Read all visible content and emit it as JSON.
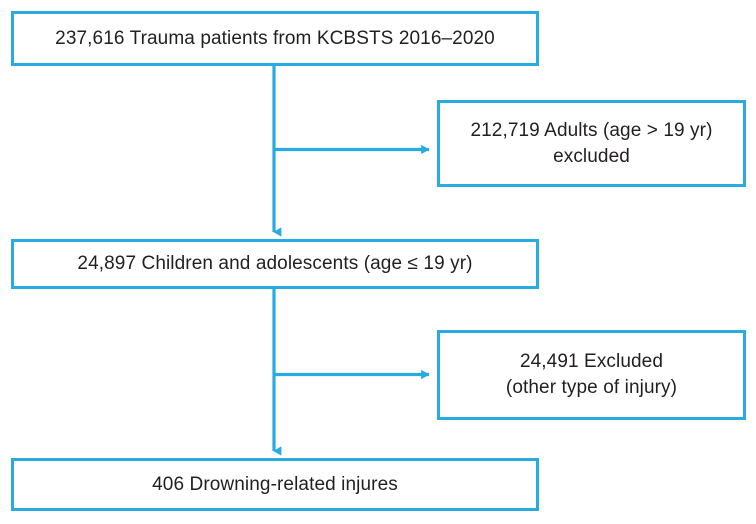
{
  "figure": {
    "type": "flowchart",
    "orientation": "vertical-with-right-branches",
    "accent_color": "#29abe2",
    "text_color": "#231f20",
    "background_color": "#ffffff"
  },
  "nodes": [
    {
      "id": "cohort-total",
      "label": "237,616 Trauma patients from KCBSTS 2016–2020",
      "count": 237616,
      "role": "source-cohort"
    },
    {
      "id": "excluded-adults",
      "label": "212,719 Adults (age  > 19 yr)\nexcluded",
      "count": 212719,
      "role": "exclusion"
    },
    {
      "id": "cohort-children",
      "label": "24,897 Children and adolescents (age  ≤ 19 yr)",
      "count": 24897,
      "role": "intermediate-cohort"
    },
    {
      "id": "excluded-other",
      "label": "24,491 Excluded\n(other type of injury)",
      "count": 24491,
      "role": "exclusion"
    },
    {
      "id": "final-drowning",
      "label": "406 Drowning-related injures",
      "count": 406,
      "role": "final-cohort"
    }
  ],
  "connectors": [
    {
      "id": "trunk-1",
      "from": "cohort-total",
      "to": "cohort-children",
      "kind": "arrow-down"
    },
    {
      "id": "branch-1",
      "from": "trunk-1",
      "to": "excluded-adults",
      "kind": "arrow-right"
    },
    {
      "id": "trunk-2",
      "from": "cohort-children",
      "to": "final-drowning",
      "kind": "arrow-down"
    },
    {
      "id": "branch-2",
      "from": "trunk-2",
      "to": "excluded-other",
      "kind": "arrow-right"
    }
  ]
}
